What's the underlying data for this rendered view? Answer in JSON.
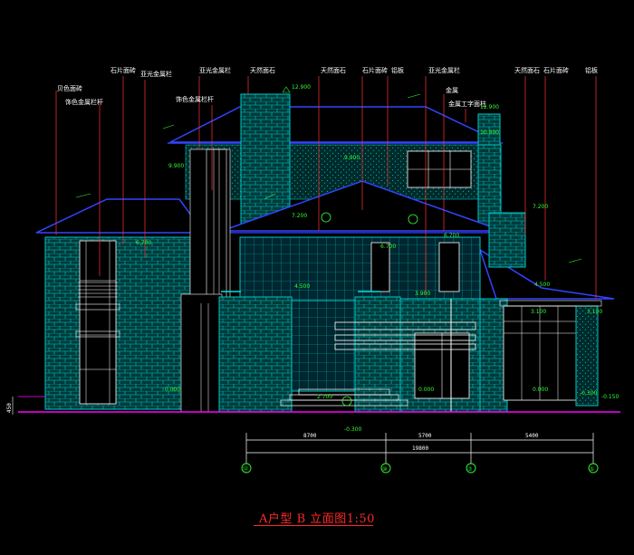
{
  "drawing": {
    "title": "A户型 B 立面图1:50",
    "colors": {
      "background": "#000000",
      "roof": "#3344ff",
      "brick": "#00c8c8",
      "leader": "#ff3333",
      "dimension": "#ffffff",
      "level": "#33ff33",
      "grade": "#ff00ff",
      "title": "#ff2a2a"
    }
  },
  "callouts": [
    "贝色面砖",
    "饰色金属栏杆",
    "石片面砖",
    "亚光金属栏",
    "亚光金属栏",
    "饰色金属栏杆",
    "天然面石",
    "天然面石",
    "石片面砖",
    "铝板",
    "亚光金属栏",
    "金属",
    "金属工字面柱",
    "天然面石",
    "石片面砖",
    "铝板"
  ],
  "levels": [
    "12.900",
    "12.900",
    "10.800",
    "9.900",
    "9.900",
    "7.200",
    "7.200",
    "6.700",
    "6.700",
    "6.700",
    "4.500",
    "4.500",
    "3.900",
    "3.100",
    "3.100",
    "2.700",
    "0.000",
    "0.000",
    "0.000",
    "-0.300",
    "-0.300",
    "-0.150"
  ],
  "dimensions": {
    "segments": [
      "8700",
      "5700",
      "5400"
    ],
    "total": "19800"
  },
  "axes": [
    "⑫",
    "⑩",
    "⑦",
    "①"
  ],
  "grade_text": "450"
}
